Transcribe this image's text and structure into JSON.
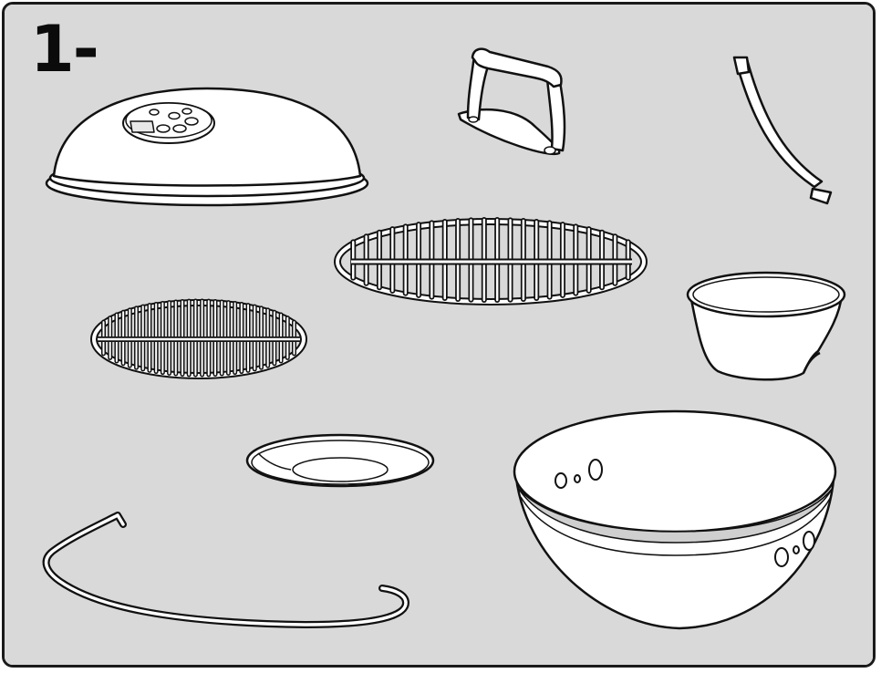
{
  "step": {
    "label": "1-"
  },
  "colors": {
    "background": "#d9d9d9",
    "part_fill": "#ffffff",
    "outline": "#111111",
    "border": "#1a1a1a"
  },
  "parts": [
    {
      "name": "lid",
      "icon": "grill-lid-icon"
    },
    {
      "name": "lid-handle",
      "icon": "lid-handle-icon"
    },
    {
      "name": "lid-hook",
      "icon": "lid-hook-icon"
    },
    {
      "name": "cooking-grate",
      "icon": "cooking-grate-icon"
    },
    {
      "name": "charcoal-grate",
      "icon": "charcoal-grate-icon"
    },
    {
      "name": "ash-catcher-bowl",
      "icon": "ash-catcher-icon"
    },
    {
      "name": "heat-shield-plate",
      "icon": "heat-shield-icon"
    },
    {
      "name": "bowl",
      "icon": "kettle-bowl-icon"
    },
    {
      "name": "wire-leg-bracket",
      "icon": "wire-bracket-icon"
    }
  ]
}
